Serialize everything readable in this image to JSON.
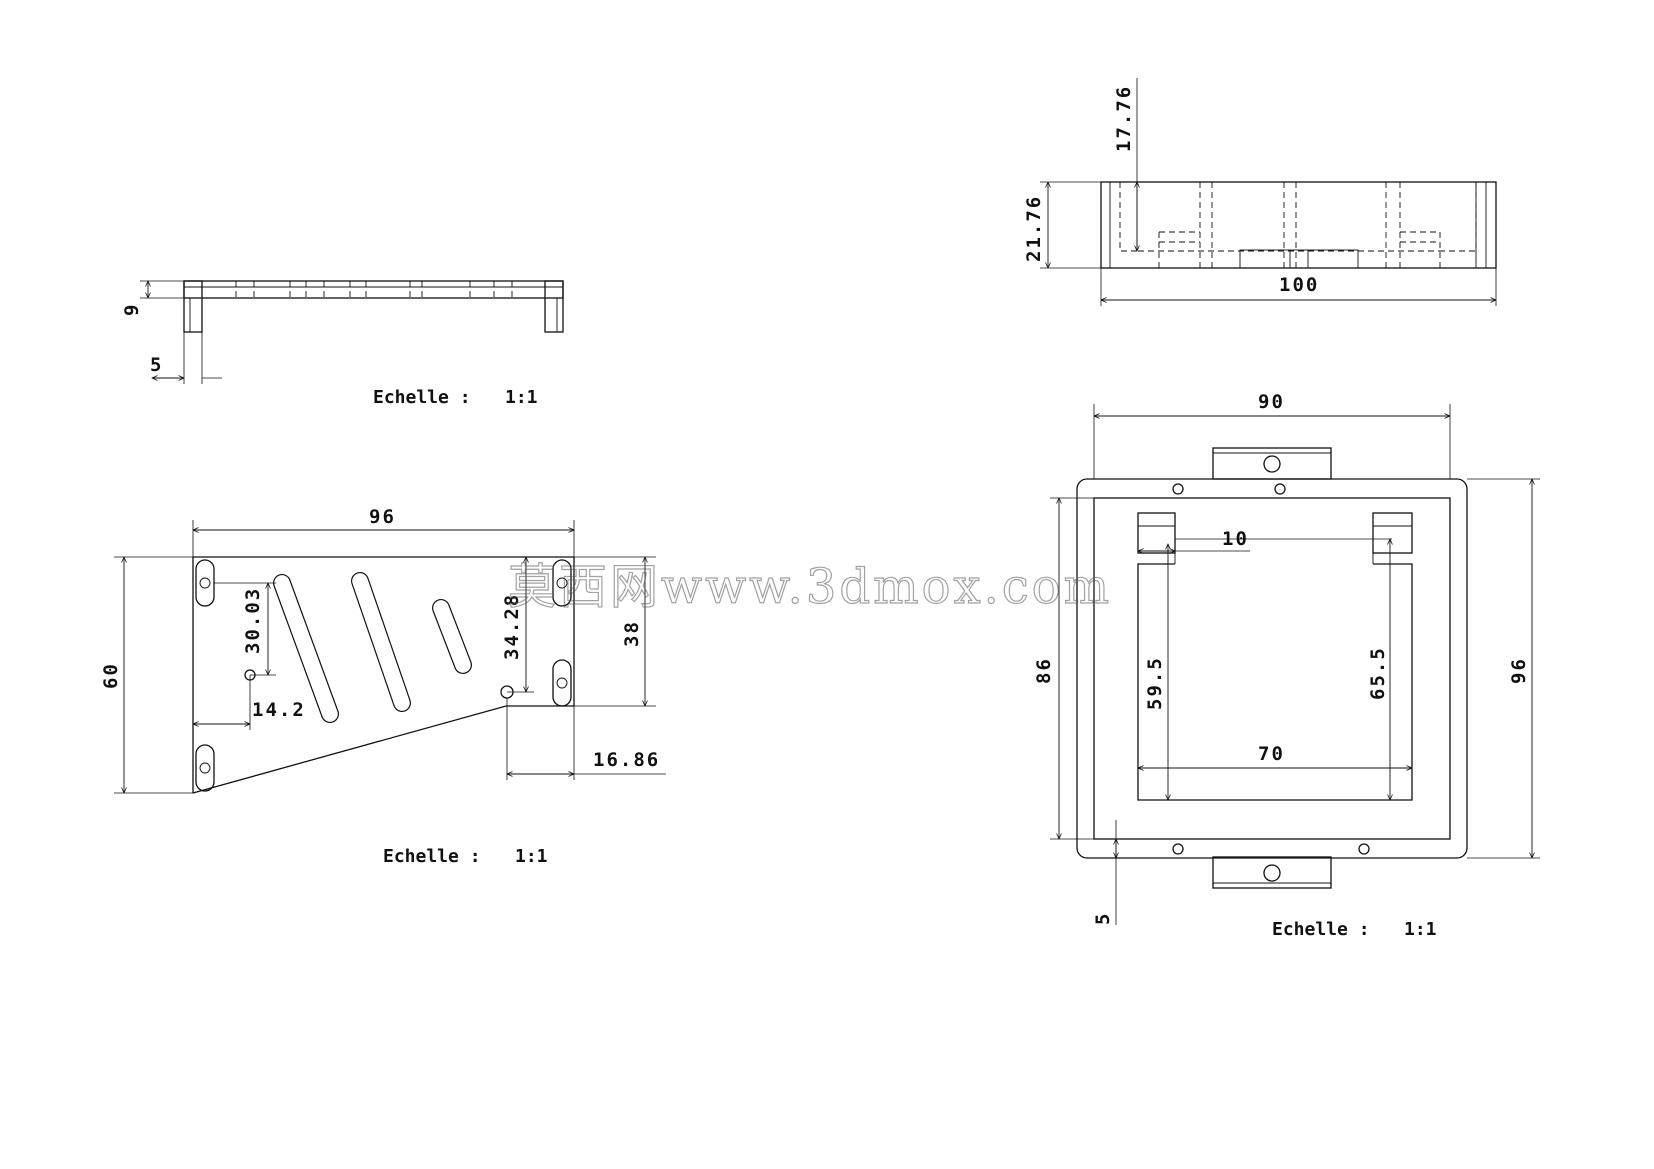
{
  "watermark": "莫西网www.3dmox.com",
  "views": {
    "side": {
      "dim_height": "9",
      "dim_leg": "5",
      "scale_label": "Echelle :",
      "scale_value": "1:1"
    },
    "bracket": {
      "dim_width": "96",
      "dim_height": "60",
      "dim_30_03": "30.03",
      "dim_14_2": "14.2",
      "dim_34_28": "34.28",
      "dim_38": "38",
      "dim_16_86": "16.86",
      "scale_label": "Echelle :",
      "scale_value": "1:1"
    },
    "front": {
      "dim_17_76": "17.76",
      "dim_21_76": "21.76",
      "dim_100": "100"
    },
    "top": {
      "dim_90": "90",
      "dim_10": "10",
      "dim_86": "86",
      "dim_59_5": "59.5",
      "dim_65_5": "65.5",
      "dim_70": "70",
      "dim_96": "96",
      "dim_5": "5",
      "scale_label": "Echelle :",
      "scale_value": "1:1"
    }
  }
}
